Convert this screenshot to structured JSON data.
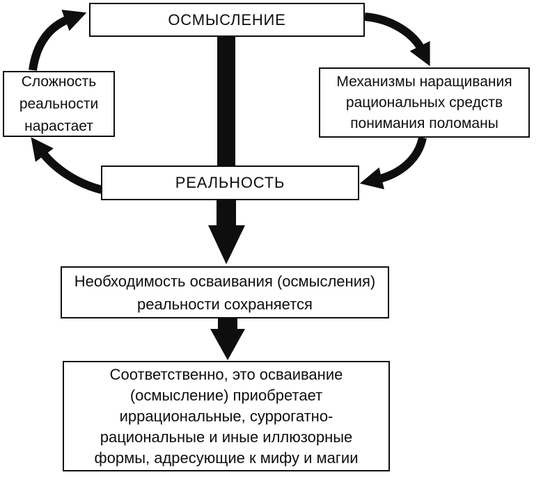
{
  "colors": {
    "ink": "#0e0e0e",
    "bg": "#ffffff"
  },
  "diagram": {
    "title": "Cycle of comprehension and reality breakdown",
    "nodes": {
      "osmyslenie": {
        "label": "ОСМЫСЛЕНИЕ"
      },
      "slozhnost": {
        "label": "Сложность\nреальности\nнарастает"
      },
      "mekhanizmy": {
        "label": "Механизмы наращивания\nрациональных средств\nпонимания поломаны"
      },
      "realnost": {
        "label": "РЕАЛЬНОСТЬ"
      },
      "neobkhodimost": {
        "label": "Необходимость осваивания (осмысления)\nреальности сохраняется"
      },
      "sootvetstvenno": {
        "label": "Соответственно, это осваивание\n(осмысление) приобретает\nиррациональные, суррогатно-\nрациональные и иные иллюзорные\nформы, адресующие к мифу и магии"
      }
    },
    "edges": [
      {
        "from": "slozhnost",
        "to": "osmyslenie",
        "style": "curved"
      },
      {
        "from": "osmyslenie",
        "to": "mekhanizmy",
        "style": "curved"
      },
      {
        "from": "mekhanizmy",
        "to": "realnost",
        "style": "curved"
      },
      {
        "from": "realnost",
        "to": "slozhnost",
        "style": "curved"
      },
      {
        "from": "osmyslenie",
        "to": "realnost",
        "style": "thick-bar"
      },
      {
        "from": "realnost",
        "to": "neobkhodimost",
        "style": "thick-arrow"
      },
      {
        "from": "neobkhodimost",
        "to": "sootvetstvenno",
        "style": "thick-arrow"
      }
    ]
  }
}
